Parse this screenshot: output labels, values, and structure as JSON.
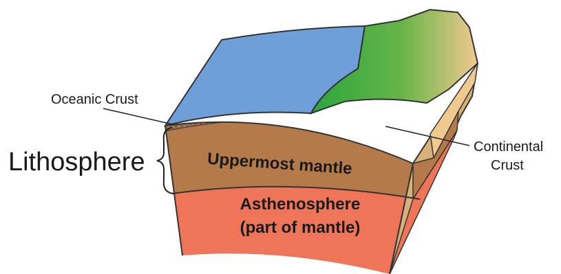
{
  "labels": {
    "oceanic_crust": "Oceanic Crust",
    "lithosphere": "Lithosphere",
    "uppermost_mantle": "Uppermost mantle",
    "asthenosphere_line1": "Asthenosphere",
    "asthenosphere_line2": "(part of mantle)",
    "continental_line1": "Continental",
    "continental_line2": "Crust"
  },
  "colors": {
    "ocean_surface": "#6e9fd8",
    "continent_green": "#2aa63c",
    "continent_tan": "#f0c98f",
    "continental_crust": "#f4cf9d",
    "uppermost_mantle": "#b57a4a",
    "asthenosphere": "#ee7558",
    "outline": "#333333"
  }
}
